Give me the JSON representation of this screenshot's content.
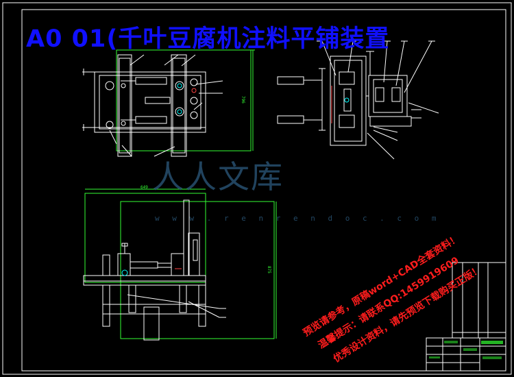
{
  "title": "A0 01(千叶豆腐机注料平铺装置",
  "watermark": {
    "logo_text": "人人文库",
    "url": "w w w . r e n r e n d o c . c o m"
  },
  "notices": [
    "预览请参考，原稿word+CAD全套资料！",
    "温馨提示：请联系QQ:1459919609",
    "优秀设计资料，请先预览下载购买正版！"
  ],
  "dimensions": {
    "top_height": "796",
    "front_width": "649",
    "front_height": "875"
  },
  "colors": {
    "background": "#000000",
    "line": "#ffffff",
    "frame": "#33ff33",
    "title": "#1010ff",
    "notice": "#ff1d1d",
    "watermark": "#2c5a7e"
  }
}
